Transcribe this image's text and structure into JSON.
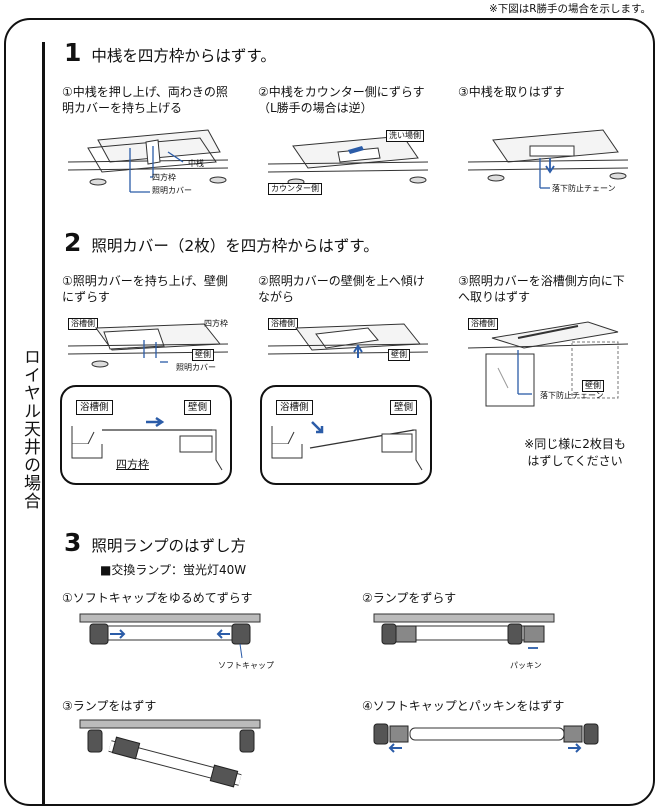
{
  "top_note": "※下図はR勝手の場合を示します。",
  "sidebar_label": "ロイヤル天井の場合",
  "sections": [
    {
      "number": "1",
      "title": "中桟を四方枠からはずす。",
      "steps": [
        "①中桟を押し上げ、両わきの照\n明カバーを持ち上げる",
        "②中桟をカウンター側にずらす\n（L勝手の場合は逆）",
        "③中桟を取りはずす"
      ],
      "labels": {
        "nakasan": "中桟",
        "shihouwaku": "四方枠",
        "shoumei_cover": "照明カバー",
        "arai_ba": "洗い場側",
        "counter": "カウンター側",
        "chain": "落下防止チェーン"
      }
    },
    {
      "number": "2",
      "title": "照明カバー（2枚）を四方枠からはずす。",
      "steps": [
        "①照明カバーを持ち上げ、壁側\nにずらす",
        "②照明カバーの壁側を上へ傾け\nながら",
        "③照明カバーを浴槽側方向に下\nへ取りはずす"
      ],
      "labels": {
        "yokuso": "浴槽側",
        "kabe": "壁側",
        "shihouwaku": "四方枠",
        "shoumei_cover": "照明カバー",
        "chain": "落下防止チェーン"
      },
      "note": "※同じ様に2枚目も\nはずしてください"
    },
    {
      "number": "3",
      "title": "照明ランプのはずし方",
      "subtitle": "■交換ランプ：蛍光灯40W",
      "steps": [
        "①ソフトキャップをゆるめてずらす",
        "②ランプをずらす",
        "③ランプをはずす",
        "④ソフトキャップとパッキンをはずす"
      ],
      "labels": {
        "soft_cap": "ソフトキャップ",
        "packing": "パッキン"
      }
    }
  ]
}
